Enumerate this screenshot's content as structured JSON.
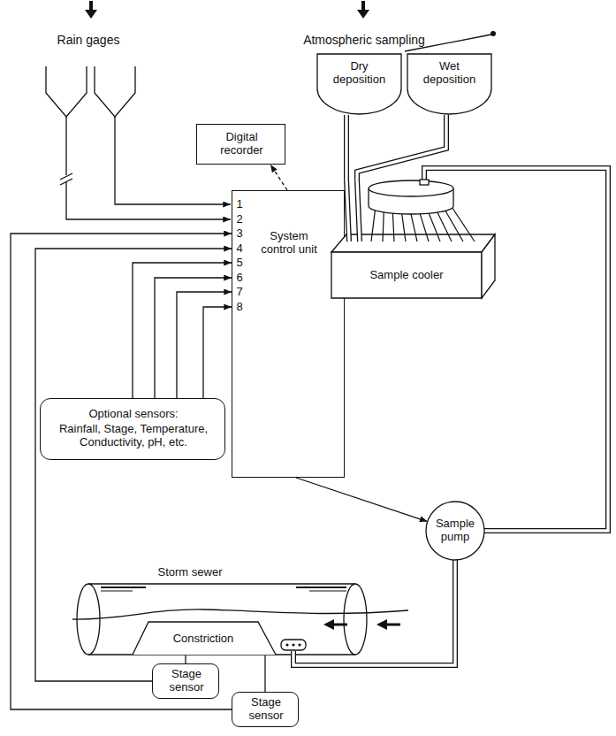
{
  "diagram": {
    "nodes": [
      {
        "text": [
          "Dry deposition"
        ]
      },
      {
        "text": [
          "Wet deposition"
        ]
      },
      {
        "text": [
          "Digital recorder"
        ]
      },
      {
        "text": [
          "System control unit"
        ]
      },
      {
        "text": [
          "Sample cooler"
        ]
      },
      {
        "text": [
          "Optional sensors:",
          "Rainfall, Stage, Temperature, Conductivity, pH, etc."
        ]
      },
      {
        "text": [
          "Sample pump"
        ]
      },
      {
        "text": [
          "Stage sensor"
        ]
      },
      {
        "text": [
          "Stage sensor"
        ]
      }
    ],
    "edges": [
      {
        "from": 3,
        "to": 2,
        "arrow": "to"
      },
      {
        "from": 0,
        "to": 4,
        "arrow": "none"
      },
      {
        "from": 1,
        "to": 4,
        "arrow": "none"
      },
      {
        "from": 3,
        "to": 6,
        "arrow": "to"
      },
      {
        "from": 6,
        "to": 4,
        "arrow": "none"
      },
      {
        "from": 5,
        "to": 3,
        "arrow": "to"
      },
      {
        "from": 5,
        "to": 3,
        "arrow": "to"
      },
      {
        "from": 5,
        "to": 3,
        "arrow": "to"
      },
      {
        "from": 5,
        "to": 3,
        "arrow": "to"
      },
      {
        "from": 7,
        "to": 3,
        "arrow": "to"
      },
      {
        "from": 8,
        "to": 3,
        "arrow": "to"
      }
    ],
    "labels": [
      "Rain gages",
      "Atmospheric sampling",
      "1",
      "2",
      "3",
      "4",
      "5",
      "6",
      "7",
      "8",
      "Storm sewer",
      "Constriction"
    ]
  }
}
